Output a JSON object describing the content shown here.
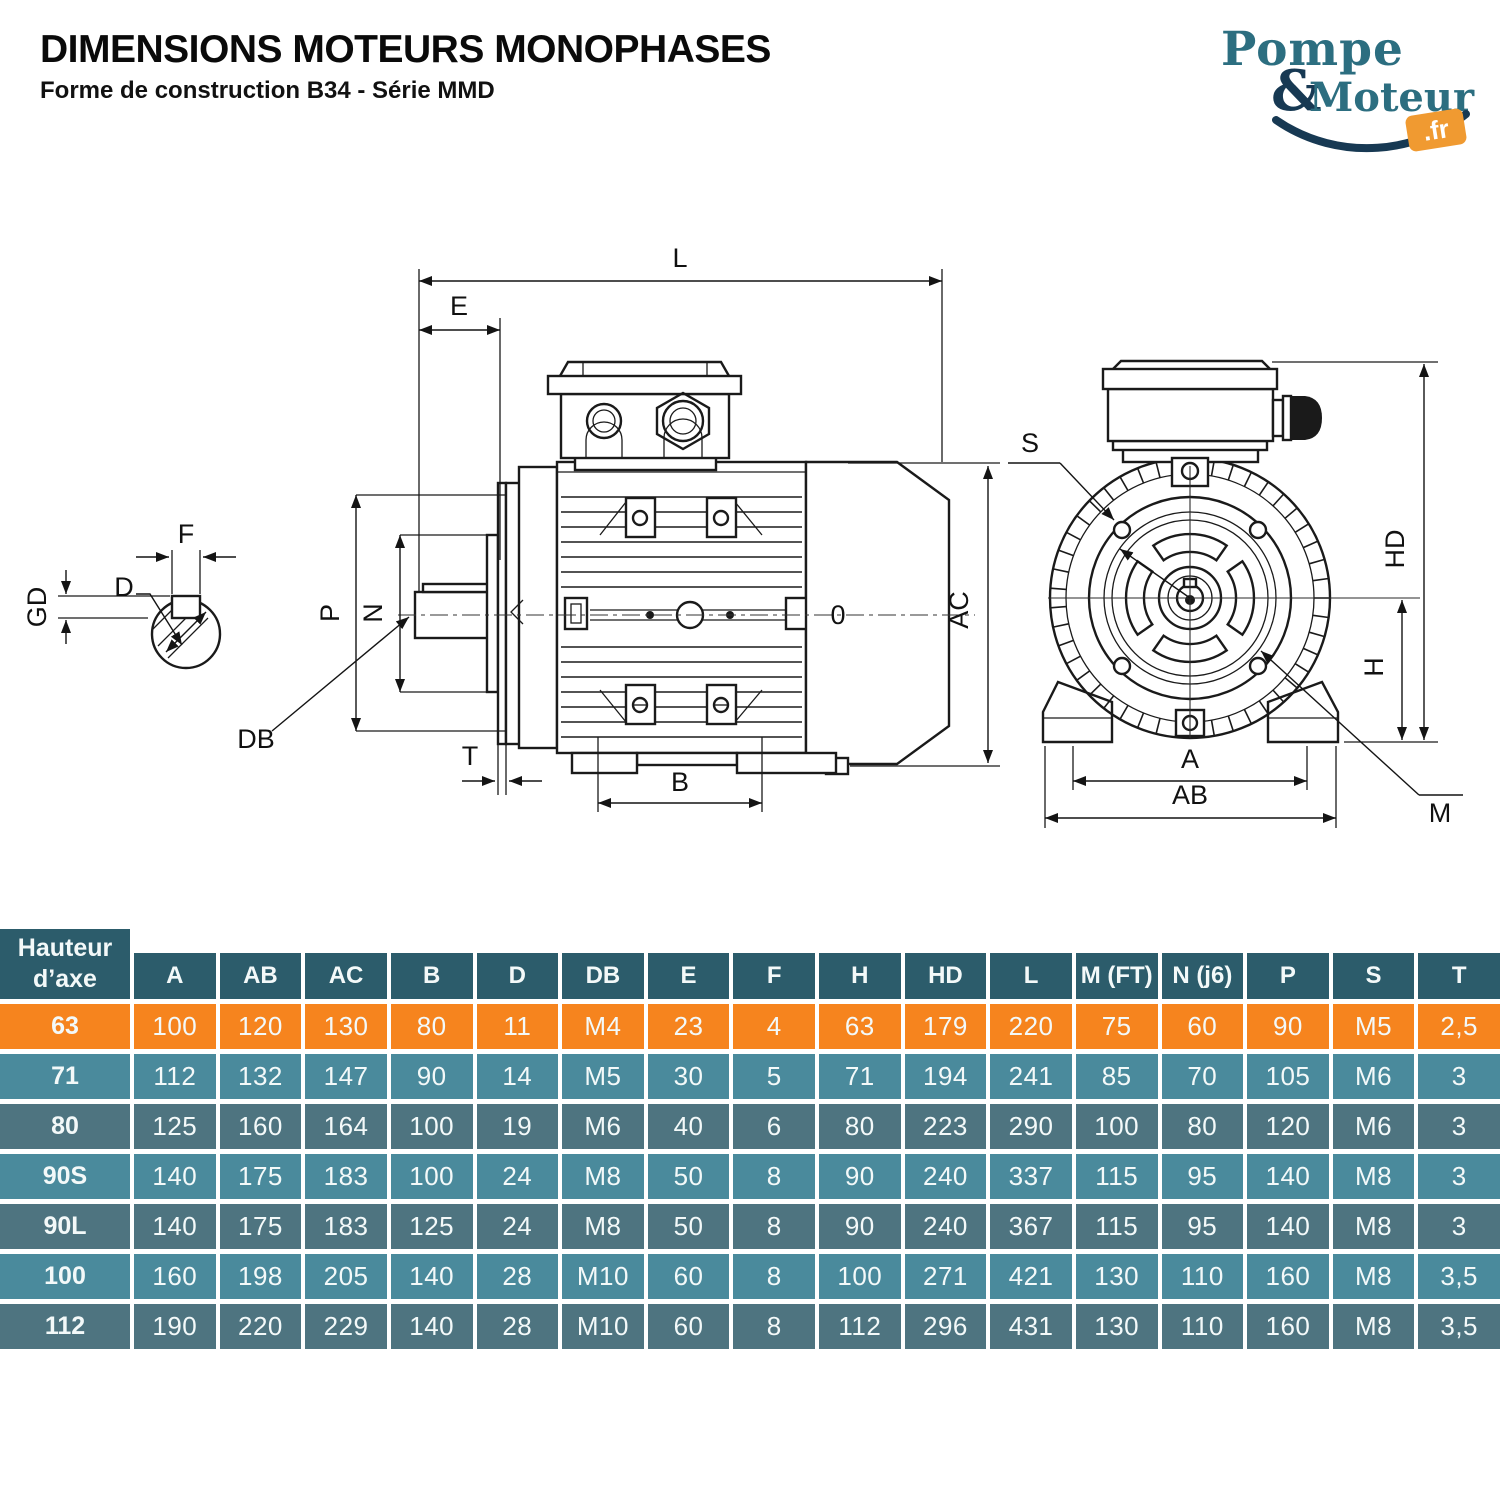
{
  "header": {
    "title": "DIMENSIONS MOTEURS MONOPHASES",
    "subtitle": "Forme de construction B34 - Série MMD"
  },
  "logo": {
    "word1": "Pompe",
    "ampersand": "&",
    "word2": "Moteur",
    "badge": ".fr"
  },
  "drawing": {
    "side": {
      "L": "L",
      "E": "E",
      "P": "P",
      "N": "N",
      "DB": "DB",
      "T": "T",
      "B": "B",
      "AC": "AC",
      "O": "0"
    },
    "front": {
      "S": "S",
      "HD": "HD",
      "H": "H",
      "A": "A",
      "AB": "AB",
      "M": "M"
    },
    "shaft": {
      "F": "F",
      "D": "D",
      "GD": "GD"
    }
  },
  "table": {
    "axis_header_line1": "Hauteur",
    "axis_header_line2": "d’axe",
    "columns": [
      "A",
      "AB",
      "AC",
      "B",
      "D",
      "DB",
      "E",
      "F",
      "H",
      "HD",
      "L",
      "M (FT)",
      "N (j6)",
      "P",
      "S",
      "T"
    ],
    "rows": [
      {
        "label": "63",
        "highlight": true,
        "values": [
          "100",
          "120",
          "130",
          "80",
          "11",
          "M4",
          "23",
          "4",
          "63",
          "179",
          "220",
          "75",
          "60",
          "90",
          "M5",
          "2,5"
        ]
      },
      {
        "label": "71",
        "highlight": false,
        "values": [
          "112",
          "132",
          "147",
          "90",
          "14",
          "M5",
          "30",
          "5",
          "71",
          "194",
          "241",
          "85",
          "70",
          "105",
          "M6",
          "3"
        ]
      },
      {
        "label": "80",
        "highlight": false,
        "values": [
          "125",
          "160",
          "164",
          "100",
          "19",
          "M6",
          "40",
          "6",
          "80",
          "223",
          "290",
          "100",
          "80",
          "120",
          "M6",
          "3"
        ]
      },
      {
        "label": "90S",
        "highlight": false,
        "values": [
          "140",
          "175",
          "183",
          "100",
          "24",
          "M8",
          "50",
          "8",
          "90",
          "240",
          "337",
          "115",
          "95",
          "140",
          "M8",
          "3"
        ]
      },
      {
        "label": "90L",
        "highlight": false,
        "values": [
          "140",
          "175",
          "183",
          "125",
          "24",
          "M8",
          "50",
          "8",
          "90",
          "240",
          "367",
          "115",
          "95",
          "140",
          "M8",
          "3"
        ]
      },
      {
        "label": "100",
        "highlight": false,
        "values": [
          "160",
          "198",
          "205",
          "140",
          "28",
          "M10",
          "60",
          "8",
          "100",
          "271",
          "421",
          "130",
          "110",
          "160",
          "M8",
          "3,5"
        ]
      },
      {
        "label": "112",
        "highlight": false,
        "values": [
          "190",
          "220",
          "229",
          "140",
          "28",
          "M10",
          "60",
          "8",
          "112",
          "296",
          "431",
          "130",
          "110",
          "160",
          "M8",
          "3,5"
        ]
      }
    ],
    "colors": {
      "header": "#2c5c6b",
      "row_light": "#4a8a9c",
      "row_dark": "#4e7480",
      "highlight": "#f6841e",
      "text": "#ffffff"
    }
  }
}
